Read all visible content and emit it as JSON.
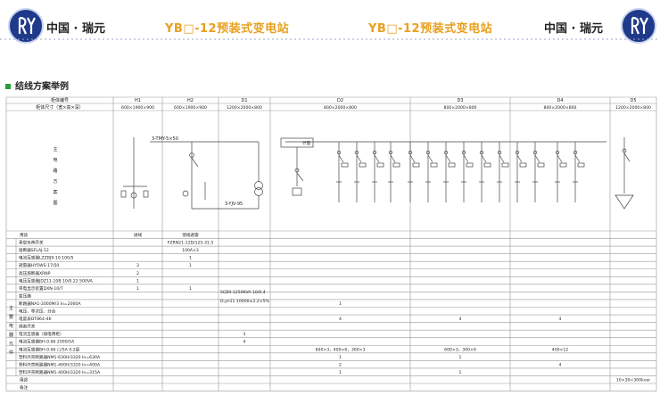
{
  "header": {
    "brand": "中国 · 瑞元",
    "title": "YB□-12预装式变电站",
    "logo_text": "RY"
  },
  "section_title": "结线方案举例",
  "table": {
    "columns": [
      "柜体编号",
      "H1",
      "H2",
      "D1",
      "D2",
      "D3",
      "D4",
      "D5"
    ],
    "size_label": "柜体尺寸（宽×高×深）",
    "sizes": [
      "600×1900×900",
      "600×1900×900",
      "1200×2000×800",
      "800×2000×800",
      "800×2000×800",
      "800×2000×800",
      "1200×2000×800"
    ],
    "diagram_label": "主电路方案图",
    "diagram_labels": {
      "busbar": "3-TMY-5×50",
      "cable": "3-YJV-95",
      "meter": "计量"
    },
    "group_label": "主要电器元件",
    "usage_row": {
      "label": "用途",
      "h1": "进线",
      "h2": "馈线避雷"
    },
    "rows": [
      {
        "label": "真空负荷开关",
        "h2": "FZRN21-12D/125-31.5"
      },
      {
        "label": "熔断器SFLAJ-12",
        "h2": "100A×3"
      },
      {
        "label": "电流互感器LZZBJ9-10 100/5",
        "h2": "1"
      },
      {
        "label": "避雷器HY5WS-17/50",
        "h1": "3",
        "h2": "1"
      },
      {
        "label": "高压熔断器XRNP",
        "h1": "2"
      },
      {
        "label": "电压互感器JDZ11-10B 10/0.22 500VA",
        "h1": "1"
      },
      {
        "label": "带电显示装置DXN-10/T",
        "h1": "1",
        "h2": "1"
      },
      {
        "label": "变压器"
      },
      {
        "label": "断路器NA1-2000M/3 In=2000A",
        "d2": "1"
      },
      {
        "label": "电压、零次压、分合"
      },
      {
        "label": "电度表DT864-4K",
        "d2": "4",
        "d3": "4",
        "d4": "4"
      },
      {
        "label": "隔离开关"
      },
      {
        "label": "电流互感器（熔电用柜）",
        "d1": "3"
      },
      {
        "label": "电流互感器BH-0.66 2000/5A",
        "d1": "4"
      },
      {
        "label": "电流互感器BH-0.66 □/5A 0.2级",
        "d2": "600×3，400×6，300×3",
        "d3": "600×3，300×9",
        "d4": "400×12"
      },
      {
        "label": "塑料外壳断路器NM1-630H/3320 In=630A",
        "d2": "1",
        "d3": "1"
      },
      {
        "label": "塑料外壳断路器NM1-400H/3320 In=400A",
        "d2": "2",
        "d4": "4"
      },
      {
        "label": "塑料外壳断路器NM1-400H/3320 In=315A",
        "d2": "1",
        "d3": "1"
      }
    ],
    "transformer_note": [
      "SCB9-1250KVA 10/0.4",
      "D,yn11 10000±2.2×5%"
    ],
    "usage2_label": "用途",
    "d5_usage": "10×30=300kvar",
    "remarks_label": "备注"
  },
  "colors": {
    "title": "#e8a020",
    "logo": "#1f3a8a",
    "section_square": "#2a9d3a",
    "line": "#666666"
  }
}
